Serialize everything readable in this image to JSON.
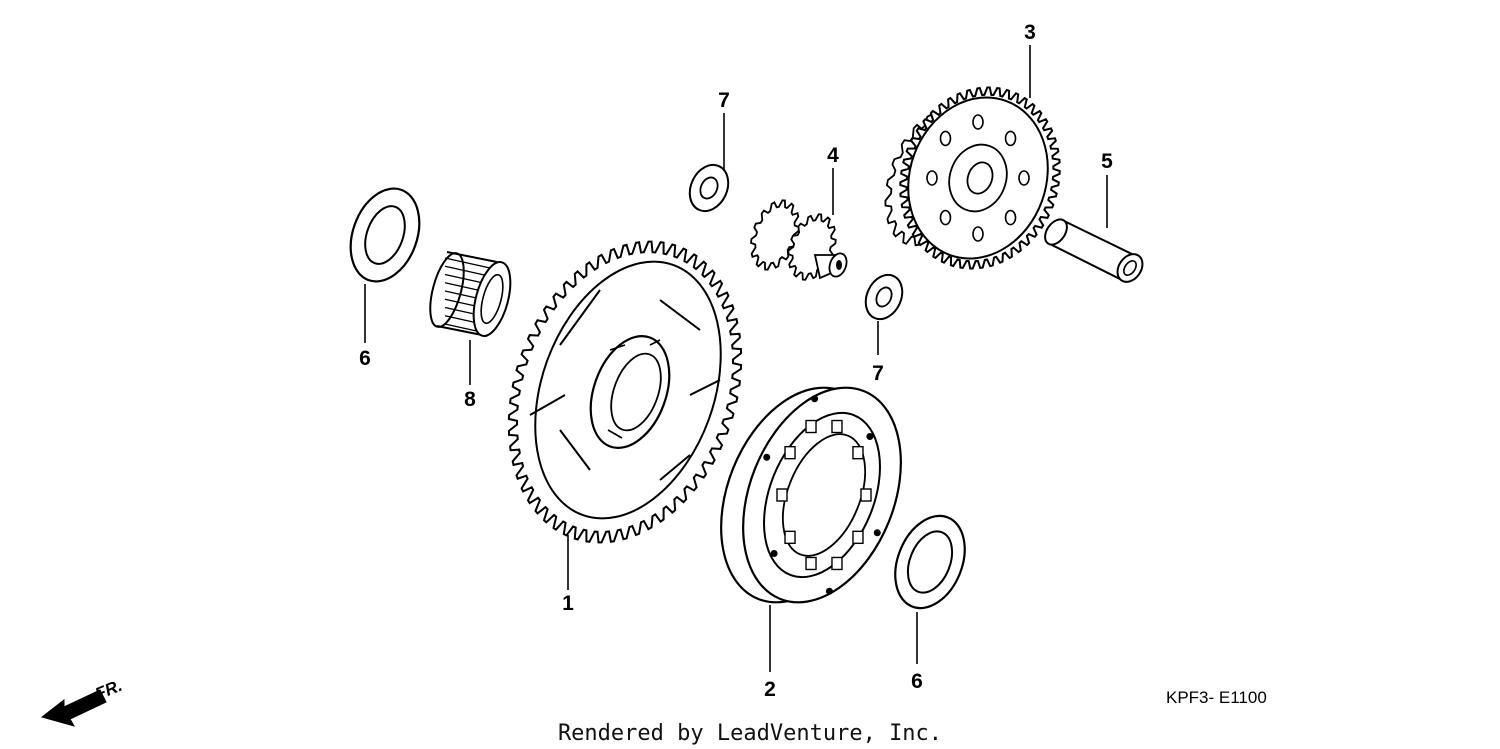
{
  "diagram": {
    "code": "KPF3- E1100",
    "credit": "Rendered by LeadVenture, Inc.",
    "front_arrow": {
      "label": "FR.",
      "icon": "front-direction-arrow-icon"
    },
    "callouts": [
      {
        "id": "c1",
        "label": "1",
        "part": "starter-driven-gear"
      },
      {
        "id": "c2",
        "label": "2",
        "part": "starter-clutch-assembly"
      },
      {
        "id": "c3",
        "label": "3",
        "part": "starter-reduction-gear"
      },
      {
        "id": "c4",
        "label": "4",
        "part": "starter-idle-gear"
      },
      {
        "id": "c5",
        "label": "5",
        "part": "idle-gear-shaft"
      },
      {
        "id": "c6a",
        "label": "6",
        "part": "washer-left"
      },
      {
        "id": "c6b",
        "label": "6",
        "part": "washer-right"
      },
      {
        "id": "c7a",
        "label": "7",
        "part": "small-washer-top"
      },
      {
        "id": "c7b",
        "label": "7",
        "part": "small-washer-bottom"
      },
      {
        "id": "c8",
        "label": "8",
        "part": "needle-bearing"
      }
    ]
  }
}
